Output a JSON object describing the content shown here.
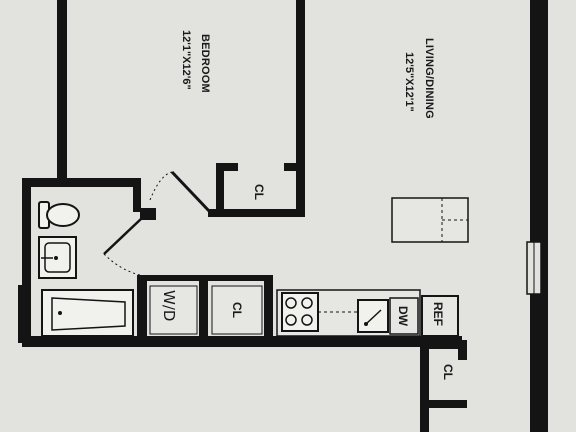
{
  "rooms": {
    "bedroom": {
      "name": "BEDROOM",
      "dims": "12'1\"X12'6\""
    },
    "living": {
      "name": "LIVING/DINING",
      "dims": "12'5\"X12'1\""
    }
  },
  "fixtures": {
    "closet_bedroom": "CL",
    "closet_hall": "CL",
    "closet_bottom_right": "CL",
    "washer_dryer": "W/D",
    "dishwasher": "DW",
    "refrigerator": "REF"
  },
  "colors": {
    "wall": "#141414",
    "paper": "#e2e2df",
    "background": "#d9d9d6"
  }
}
